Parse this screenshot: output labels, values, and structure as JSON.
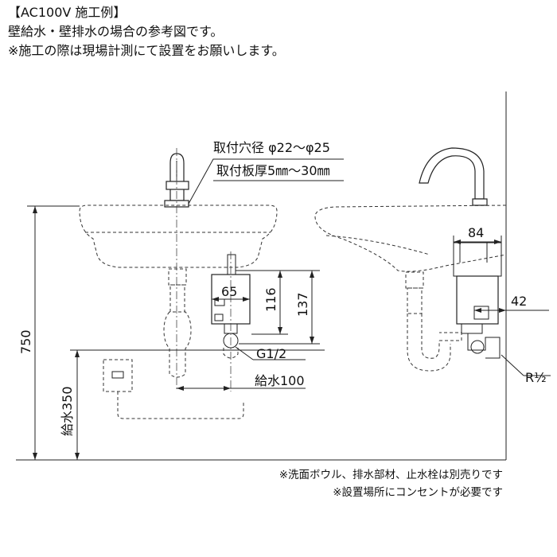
{
  "header": {
    "title": "【AC100V 施工例】",
    "line1": "壁給水・壁排水の場合の参考図です。",
    "line2": "※施工の際は現場計測にて設置をお願いします。"
  },
  "labels": {
    "hole": "取付穴径 φ22～φ25",
    "plate": "取付板厚5㎜～30㎜",
    "w65": "65",
    "h116": "116",
    "h137": "137",
    "thread": "G1/2",
    "supply100": "給水100",
    "h750": "750",
    "supply350": "給水350",
    "w84": "84",
    "d42": "42",
    "r_half": "R½"
  },
  "notes": {
    "n1": "※洗面ボウル、排水部材、止水栓は別売りです",
    "n2": "※設置場所にコンセントが必要です"
  }
}
